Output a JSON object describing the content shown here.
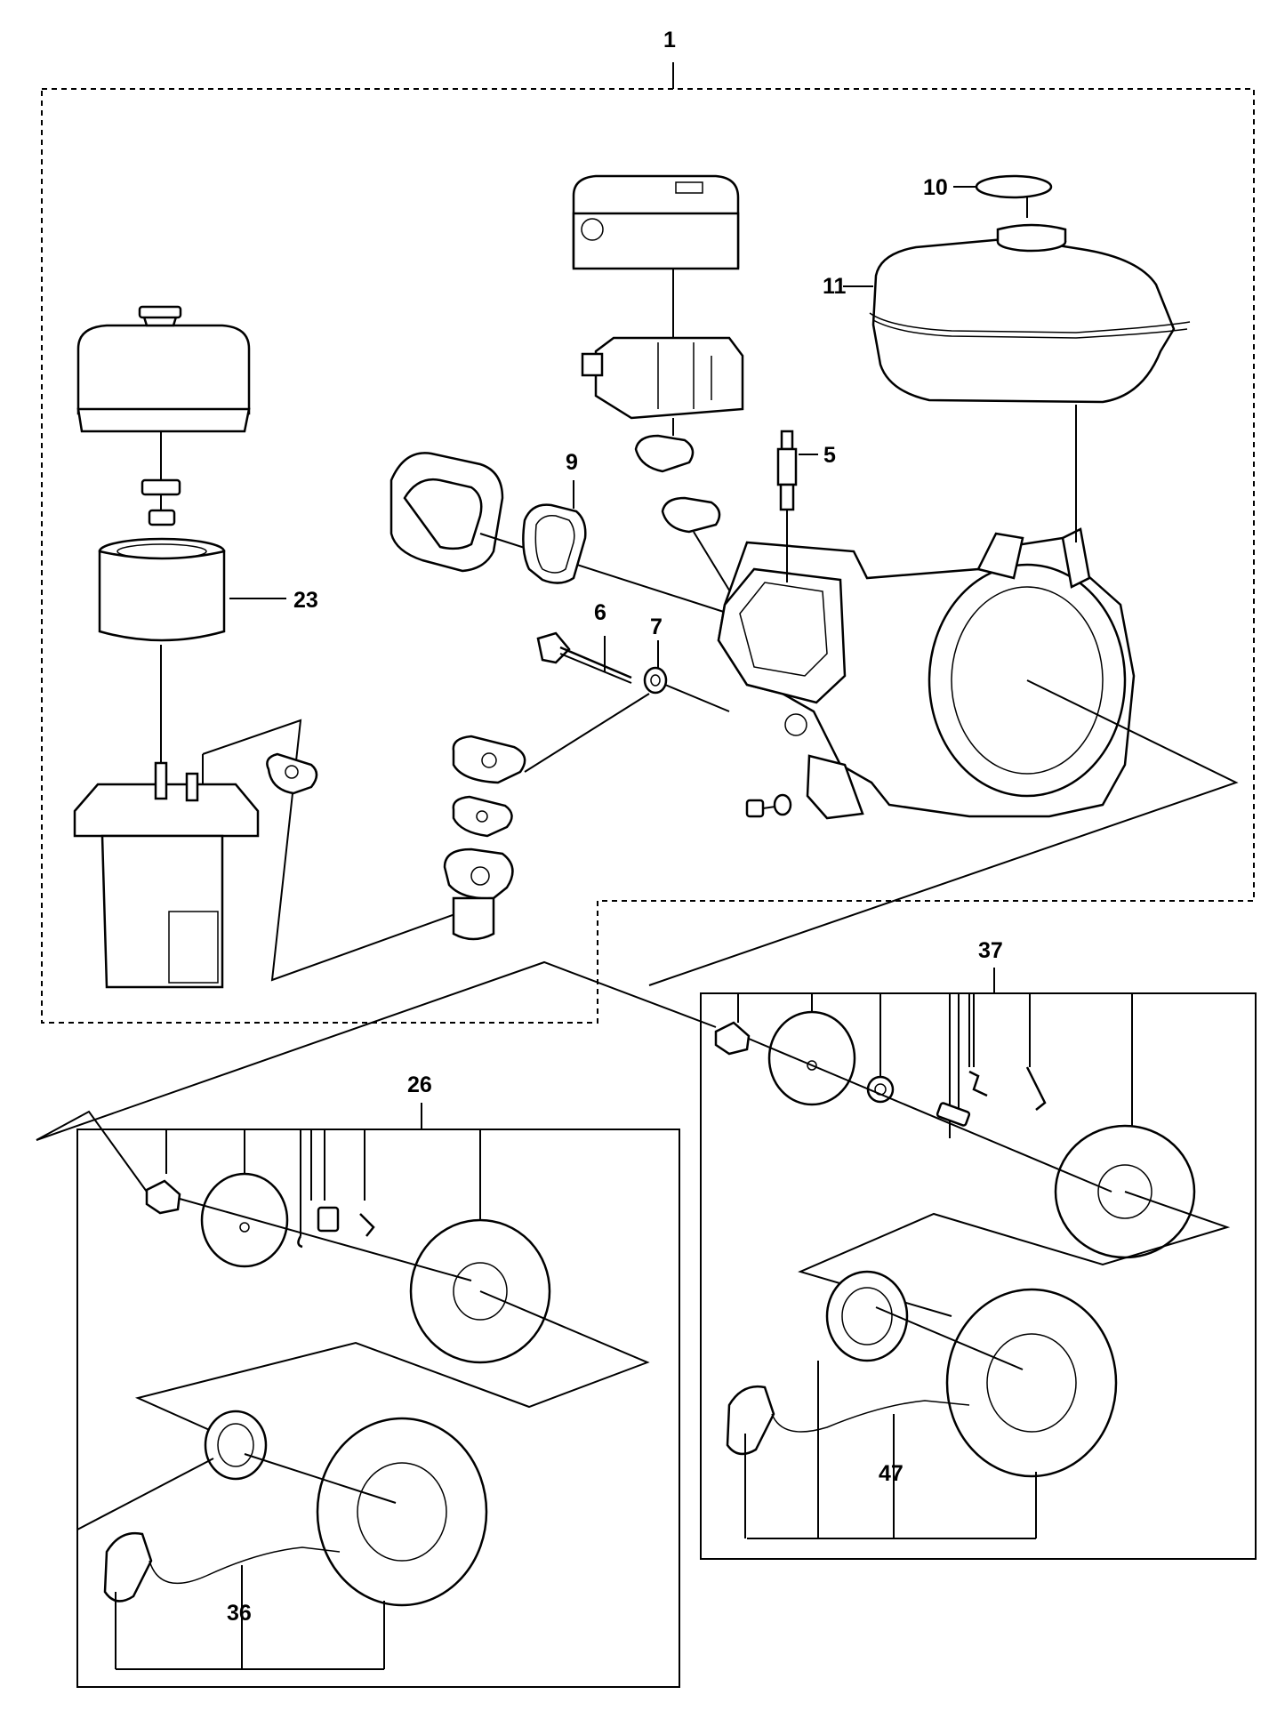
{
  "labels": {
    "assembly": "1",
    "gas_cap": "10",
    "fuel_tank": "11",
    "spark_plug": "5",
    "gasket": "9",
    "air_filter_element": "23",
    "bolt": "6",
    "washer": "7",
    "recoil_starter_a": "26",
    "recoil_starter_b": "37",
    "starter_housing_a": "36",
    "starter_housing_b": "47"
  }
}
